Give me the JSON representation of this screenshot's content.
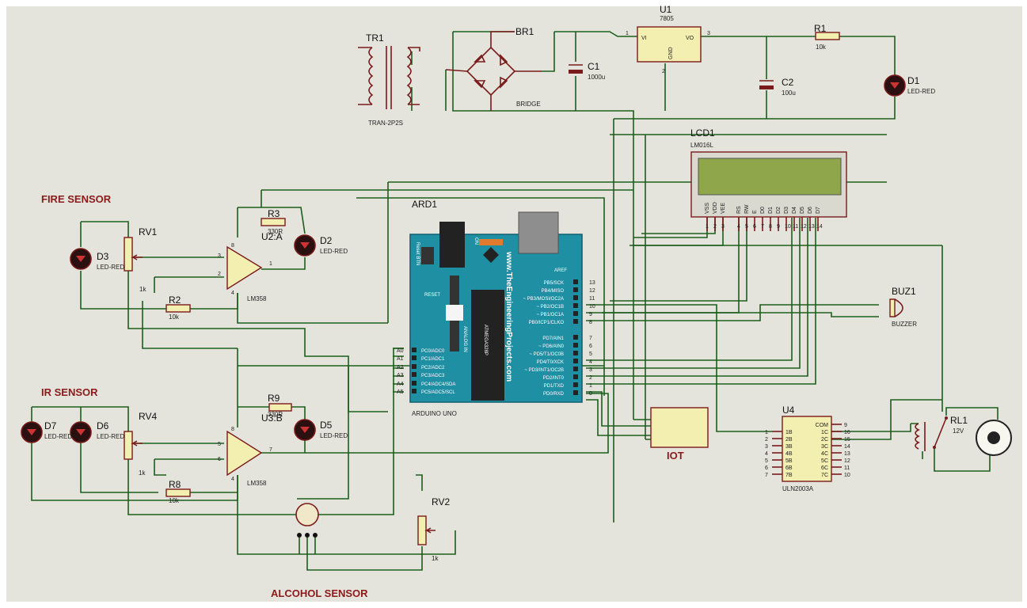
{
  "labels": {
    "fire_sensor": "FIRE SENSOR",
    "ir_sensor": "IR SENSOR",
    "alcohol_sensor": "ALCOHOL SENSOR",
    "iot": "IOT"
  },
  "power": {
    "tr1_ref": "TR1",
    "tr1_val": "TRAN-2P2S",
    "br1_ref": "BR1",
    "br1_val": "BRIDGE",
    "c1_ref": "C1",
    "c1_val": "1000u",
    "u1_ref": "U1",
    "u1_val": "7805",
    "u1_vi": "VI",
    "u1_vo": "VO",
    "u1_gnd": "GND",
    "u1_p1": "1",
    "u1_p2": "2",
    "u1_p3": "3",
    "c2_ref": "C2",
    "c2_val": "100u",
    "r1_ref": "R1",
    "r1_val": "10k",
    "d1_ref": "D1",
    "d1_val": "LED-RED"
  },
  "lcd": {
    "ref": "LCD1",
    "model": "LM016L",
    "pins": [
      "VSS",
      "VDD",
      "VEE",
      "RS",
      "RW",
      "E",
      "D0",
      "D1",
      "D2",
      "D3",
      "D4",
      "D5",
      "D6",
      "D7"
    ],
    "nums": [
      "1",
      "2",
      "3",
      "4",
      "5",
      "6",
      "7",
      "8",
      "9",
      "10",
      "11",
      "12",
      "13",
      "14"
    ]
  },
  "fire": {
    "u2_ref": "U2:A",
    "u2_val": "LM358",
    "r3_ref": "R3",
    "r3_val": "330R",
    "d2_ref": "D2",
    "d2_val": "LED-RED",
    "rv1_ref": "RV1",
    "rv1_val": "1k",
    "d3_ref": "D3",
    "d3_val": "LED-RED",
    "r2_ref": "R2",
    "r2_val": "10k",
    "p8": "8",
    "p3": "3",
    "p2": "2",
    "p1": "1",
    "p4": "4"
  },
  "ir": {
    "u3_ref": "U3:B",
    "u3_val": "LM358",
    "r9_ref": "R9",
    "r9_val": "330R",
    "d5_ref": "D5",
    "d5_val": "LED-RED",
    "rv4_ref": "RV4",
    "rv4_val": "1k",
    "d6_ref": "D6",
    "d6_val": "LED-RED",
    "d7_ref": "D7",
    "d7_val": "LED-RED",
    "r8_ref": "R8",
    "r8_val": "10k",
    "p8": "8",
    "p5": "5",
    "p6": "6",
    "p7": "7",
    "p4": "4"
  },
  "alcohol": {
    "rv2_ref": "RV2",
    "rv2_val": "1k"
  },
  "arduino": {
    "ref": "ARD1",
    "name": "ARDUINO UNO",
    "reset_btn": "Reset BTN",
    "reset": "RESET",
    "aref": "AREF",
    "on": "ON",
    "analog_in": "ANALOG IN",
    "website": "www.TheEngineeringProjects.com",
    "chip": "ATMEGA328P",
    "analog_labels": [
      "A0",
      "A1",
      "A2",
      "A3",
      "A4",
      "A5"
    ],
    "analog_pins": [
      "PC0/ADC0",
      "PC1/ADC1",
      "PC2/ADC2",
      "PC3/ADC3",
      "PC4/ADC4/SDA",
      "PC5/ADC5/SCL"
    ],
    "digital_hi": [
      "PB5/SCK",
      "PB4/MISO",
      "~ PB3/MOSI/OC2A",
      "~ PB2/OC1B",
      "~ PB1/OC1A",
      "PB0/ICP1/CLKO"
    ],
    "digital_hi_nums": [
      "13",
      "12",
      "11",
      "10",
      "9",
      "8"
    ],
    "digital_lo": [
      "PD7/AIN1",
      "~ PD6/AIN0",
      "~ PD5/T1/OC0B",
      "PD4/T0/XCK",
      "~ PD3/INT1/OC2B",
      "PD2/INT0",
      "PD1/TXD",
      "PD0/RXD"
    ],
    "digital_lo_nums": [
      "7",
      "6",
      "5",
      "4",
      "3",
      "2",
      "1",
      "0"
    ]
  },
  "buzzer": {
    "ref": "BUZ1",
    "val": "BUZZER"
  },
  "uln": {
    "ref": "U4",
    "val": "ULN2003A",
    "in": [
      "1B",
      "2B",
      "3B",
      "4B",
      "5B",
      "6B",
      "7B"
    ],
    "in_nums": [
      "1",
      "2",
      "3",
      "4",
      "5",
      "6",
      "7"
    ],
    "out": [
      "COM",
      "1C",
      "2C",
      "3C",
      "4C",
      "5C",
      "6C",
      "7C"
    ],
    "out_nums": [
      "9",
      "16",
      "15",
      "14",
      "13",
      "12",
      "11",
      "10"
    ]
  },
  "relay": {
    "ref": "RL1",
    "val": "12V"
  },
  "colors": {
    "wire": "#1c5e1c",
    "part": "#7a1a1a",
    "title": "#8b1a1a",
    "board": "#1f8fa3",
    "lcd": "#8fa64a"
  }
}
